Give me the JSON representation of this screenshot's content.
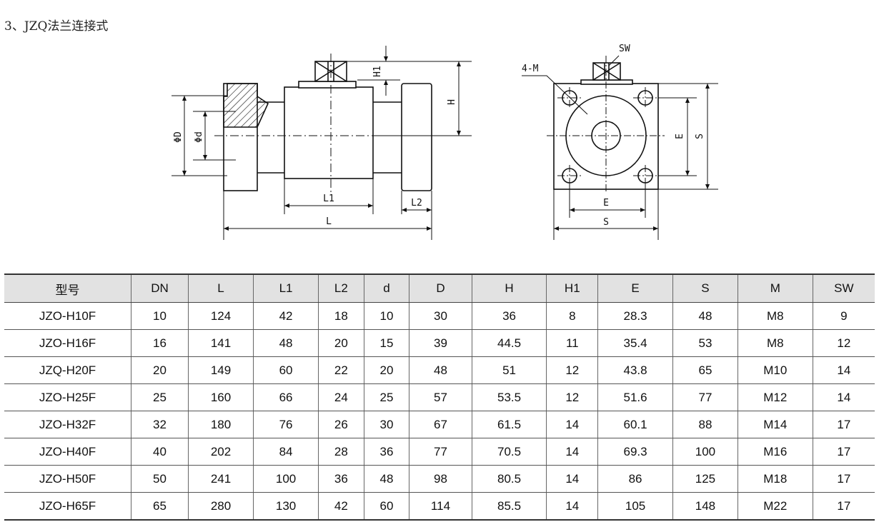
{
  "heading": "3、JZQ法兰连接式",
  "drawing_labels": {
    "phiD": "ΦD",
    "phid": "Φd",
    "L": "L",
    "L1": "L1",
    "L2": "L2",
    "H": "H",
    "H1": "H1",
    "SW": "SW",
    "M": "4-M",
    "E": "E",
    "S": "S"
  },
  "table": {
    "columns": [
      "型号",
      "DN",
      "L",
      "L1",
      "L2",
      "d",
      "D",
      "H",
      "H1",
      "E",
      "S",
      "M",
      "SW"
    ],
    "rows": [
      [
        "JZO-H10F",
        "10",
        "124",
        "42",
        "18",
        "10",
        "30",
        "36",
        "8",
        "28.3",
        "48",
        "M8",
        "9"
      ],
      [
        "JZO-H16F",
        "16",
        "141",
        "48",
        "20",
        "15",
        "39",
        "44.5",
        "11",
        "35.4",
        "53",
        "M8",
        "12"
      ],
      [
        "JZQ-H20F",
        "20",
        "149",
        "60",
        "22",
        "20",
        "48",
        "51",
        "12",
        "43.8",
        "65",
        "M10",
        "14"
      ],
      [
        "JZO-H25F",
        "25",
        "160",
        "66",
        "24",
        "25",
        "57",
        "53.5",
        "12",
        "51.6",
        "77",
        "M12",
        "14"
      ],
      [
        "JZO-H32F",
        "32",
        "180",
        "76",
        "26",
        "30",
        "67",
        "61.5",
        "14",
        "60.1",
        "88",
        "M14",
        "17"
      ],
      [
        "JZO-H40F",
        "40",
        "202",
        "84",
        "28",
        "36",
        "77",
        "70.5",
        "14",
        "69.3",
        "100",
        "M16",
        "17"
      ],
      [
        "JZO-H50F",
        "50",
        "241",
        "100",
        "36",
        "48",
        "98",
        "80.5",
        "14",
        "86",
        "125",
        "M18",
        "17"
      ],
      [
        "JZO-H65F",
        "65",
        "280",
        "130",
        "42",
        "60",
        "114",
        "85.5",
        "14",
        "105",
        "148",
        "M22",
        "17"
      ]
    ]
  }
}
